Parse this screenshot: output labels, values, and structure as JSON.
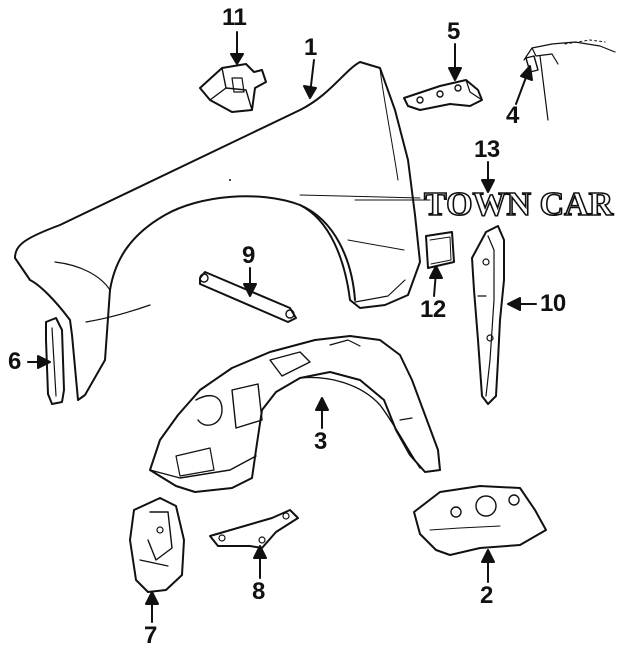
{
  "diagram": {
    "callouts": {
      "c1": "1",
      "c2": "2",
      "c3": "3",
      "c4": "4",
      "c5": "5",
      "c6": "6",
      "c7": "7",
      "c8": "8",
      "c9": "9",
      "c10": "10",
      "c11": "11",
      "c12": "12",
      "c13": "13"
    },
    "emblem_text": "TOWN CAR"
  }
}
